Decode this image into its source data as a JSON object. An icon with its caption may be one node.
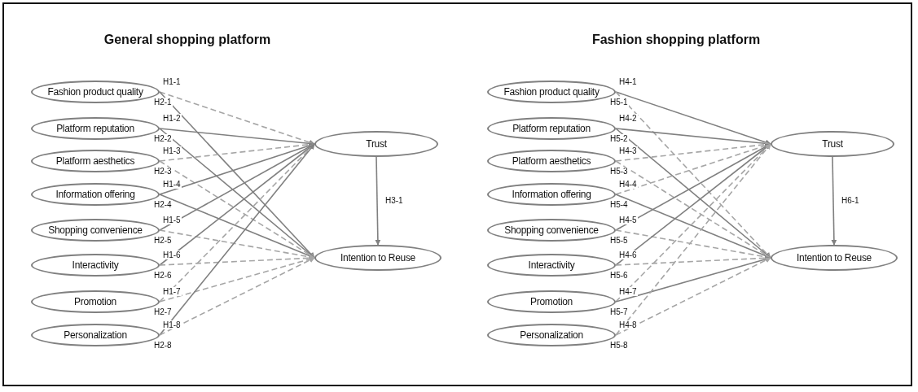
{
  "diagram": {
    "nodes": [
      {
        "text": [
          "General shopping platform"
        ]
      },
      {
        "text": [
          "Fashion product quality"
        ],
        "in": 0
      },
      {
        "text": [
          "Platform reputation"
        ],
        "in": 0
      },
      {
        "text": [
          "Platform aesthetics"
        ],
        "in": 0
      },
      {
        "text": [
          "Information offering"
        ],
        "in": 0
      },
      {
        "text": [
          "Shopping convenience"
        ],
        "in": 0
      },
      {
        "text": [
          "Interactivity"
        ],
        "in": 0
      },
      {
        "text": [
          "Promotion"
        ],
        "in": 0
      },
      {
        "text": [
          "Personalization"
        ],
        "in": 0
      },
      {
        "text": [
          "Trust"
        ],
        "in": 0
      },
      {
        "text": [
          "Intention to Reuse"
        ],
        "in": 0
      },
      {
        "text": [
          "Fashion shopping platform"
        ]
      },
      {
        "text": [
          "Fashion product quality"
        ],
        "in": 11
      },
      {
        "text": [
          "Platform reputation"
        ],
        "in": 11
      },
      {
        "text": [
          "Platform aesthetics"
        ],
        "in": 11
      },
      {
        "text": [
          "Information offering"
        ],
        "in": 11
      },
      {
        "text": [
          "Shopping convenience"
        ],
        "in": 11
      },
      {
        "text": [
          "Interactivity"
        ],
        "in": 11
      },
      {
        "text": [
          "Promotion"
        ],
        "in": 11
      },
      {
        "text": [
          "Personalization"
        ],
        "in": 11
      },
      {
        "text": [
          "Trust"
        ],
        "in": 11
      },
      {
        "text": [
          "Intention to Reuse"
        ],
        "in": 11
      }
    ],
    "edges": [
      {
        "from": 1,
        "to": 9,
        "arrow": "to",
        "label": "H1-1",
        "style": "dashed",
        "color": "#a6a6a6"
      },
      {
        "from": 1,
        "to": 10,
        "arrow": "to",
        "label": "H2-1"
      },
      {
        "from": 2,
        "to": 9,
        "arrow": "to",
        "label": "H1-2"
      },
      {
        "from": 2,
        "to": 10,
        "arrow": "to",
        "label": "H2-2"
      },
      {
        "from": 3,
        "to": 9,
        "arrow": "to",
        "label": "H1-3",
        "style": "dashed",
        "color": "#a6a6a6"
      },
      {
        "from": 3,
        "to": 10,
        "arrow": "to",
        "label": "H2-3",
        "style": "dashed",
        "color": "#a6a6a6"
      },
      {
        "from": 4,
        "to": 9,
        "arrow": "to",
        "label": "H1-4"
      },
      {
        "from": 4,
        "to": 10,
        "arrow": "to",
        "label": "H2-4"
      },
      {
        "from": 5,
        "to": 9,
        "arrow": "to",
        "label": "H1-5"
      },
      {
        "from": 5,
        "to": 10,
        "arrow": "to",
        "label": "H2-5",
        "style": "dashed",
        "color": "#a6a6a6"
      },
      {
        "from": 6,
        "to": 9,
        "arrow": "to",
        "label": "H1-6"
      },
      {
        "from": 6,
        "to": 10,
        "arrow": "to",
        "label": "H2-6",
        "style": "dashed",
        "color": "#a6a6a6"
      },
      {
        "from": 7,
        "to": 9,
        "arrow": "to",
        "label": "H1-7",
        "style": "dashed",
        "color": "#a6a6a6"
      },
      {
        "from": 7,
        "to": 10,
        "arrow": "to",
        "label": "H2-7",
        "style": "dashed",
        "color": "#a6a6a6"
      },
      {
        "from": 8,
        "to": 9,
        "arrow": "to",
        "label": "H1-8"
      },
      {
        "from": 8,
        "to": 10,
        "arrow": "to",
        "label": "H2-8",
        "style": "dashed",
        "color": "#a6a6a6"
      },
      {
        "from": 9,
        "to": 10,
        "arrow": "to",
        "label": "H3-1"
      },
      {
        "from": 12,
        "to": 20,
        "arrow": "to",
        "label": "H4-1"
      },
      {
        "from": 12,
        "to": 21,
        "arrow": "to",
        "label": "H5-1",
        "style": "dashed",
        "color": "#a6a6a6"
      },
      {
        "from": 13,
        "to": 20,
        "arrow": "to",
        "label": "H4-2"
      },
      {
        "from": 13,
        "to": 21,
        "arrow": "to",
        "label": "H5-2"
      },
      {
        "from": 14,
        "to": 20,
        "arrow": "to",
        "label": "H4-3",
        "style": "dashed",
        "color": "#a6a6a6"
      },
      {
        "from": 14,
        "to": 21,
        "arrow": "to",
        "label": "H5-3",
        "style": "dashed",
        "color": "#a6a6a6"
      },
      {
        "from": 15,
        "to": 20,
        "arrow": "to",
        "label": "H4-4",
        "style": "dashed",
        "color": "#a6a6a6"
      },
      {
        "from": 15,
        "to": 21,
        "arrow": "to",
        "label": "H5-4"
      },
      {
        "from": 16,
        "to": 20,
        "arrow": "to",
        "label": "H4-5"
      },
      {
        "from": 16,
        "to": 21,
        "arrow": "to",
        "label": "H5-5",
        "style": "dashed",
        "color": "#a6a6a6"
      },
      {
        "from": 17,
        "to": 20,
        "arrow": "to",
        "label": "H4-6"
      },
      {
        "from": 17,
        "to": 21,
        "arrow": "to",
        "label": "H5-6",
        "style": "dashed",
        "color": "#a6a6a6"
      },
      {
        "from": 18,
        "to": 20,
        "arrow": "to",
        "label": "H4-7",
        "style": "dashed",
        "color": "#a6a6a6"
      },
      {
        "from": 18,
        "to": 21,
        "arrow": "to",
        "label": "H5-7"
      },
      {
        "from": 19,
        "to": 20,
        "arrow": "to",
        "label": "H4-8",
        "style": "dashed",
        "color": "#a6a6a6"
      },
      {
        "from": 19,
        "to": 21,
        "arrow": "to",
        "label": "H5-8",
        "style": "dashed",
        "color": "#a6a6a6"
      },
      {
        "from": 20,
        "to": 21,
        "arrow": "to",
        "label": "H6-1"
      }
    ]
  }
}
